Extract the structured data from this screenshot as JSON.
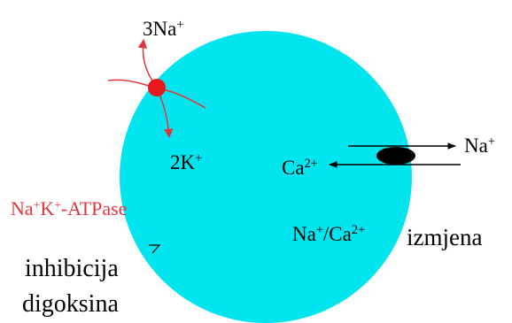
{
  "colors": {
    "cell": "#00e5ee",
    "pump": "#e8191e",
    "pump_arrows": "#e0353a",
    "exchanger": "#000000",
    "text": "#000000",
    "atpase_label": "#e0353a"
  },
  "labels": {
    "na3": {
      "base": "3Na",
      "sup": "+"
    },
    "k2": {
      "base": "2K",
      "sup": "+"
    },
    "na_out": {
      "base": "Na",
      "sup": "+"
    },
    "ca_in": {
      "base": "Ca",
      "sup": "2+"
    },
    "atpase": {
      "na": "Na",
      "na_sup": "+",
      "k": "K",
      "k_sup": "+",
      "rest": "-ATPase"
    },
    "exchanger": {
      "na": "Na",
      "na_sup": "+",
      "slash": "/Ca",
      "ca_sup": "2+"
    },
    "izmjena": "izmjena",
    "inhibition_line1": "inhibicija",
    "inhibition_line2": "digoksina"
  }
}
